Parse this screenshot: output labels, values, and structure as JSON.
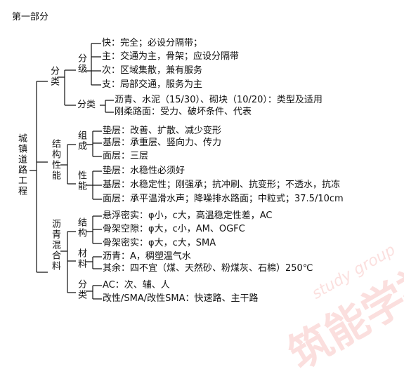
{
  "heading": "第一部分",
  "root": "城镇道路工程",
  "sec1": {
    "label": "分类",
    "grade_label": "分级",
    "grades": [
      "快：完全；必设分隔带；",
      "主：交通为主，骨架；应设分隔带",
      "次：区域集散，兼有服务",
      "支：局部交通，服务为主"
    ],
    "type_label": "分类",
    "types": [
      "沥青、水泥（15/30）、砌块（10/20）：类型及适用",
      "刚柔路面：受力、破坏条件、代表"
    ]
  },
  "sec2": {
    "label": "结构性能",
    "comp_label": "组成",
    "comp": [
      "垫层：改善、扩散、减少变形",
      "基层：承重层、竖向力、传力",
      "面层：三层"
    ],
    "perf_label": "性能",
    "perf": [
      "垫层：水稳性必须好",
      "基层：水稳定性；刚强承；抗冲刷、抗变形；不透水，抗冻",
      "面层：承平温滑水声；降噪排水路面；中粒式；37.5/10cm"
    ]
  },
  "sec3": {
    "label": "沥青混合料",
    "struct_label": "结构",
    "struct": [
      "悬浮密实：φ小，c大，高温稳定性差，AC",
      "骨架空隙：φ大，c小，AM、OGFC",
      "骨架密实：φ大，c大，SMA"
    ],
    "mat_label": "材料",
    "mat": [
      "沥青：A，稠塑温气水",
      "其余：四不宜（煤、天然砂、粉煤灰、石棉）250℃"
    ],
    "cls_label": "分类",
    "cls": [
      "AC：次、辅、人",
      "改性/SMA/改性SMA：快速路、主干路"
    ]
  },
  "watermark": {
    "main": "筑能学社",
    "sub": "study group"
  }
}
